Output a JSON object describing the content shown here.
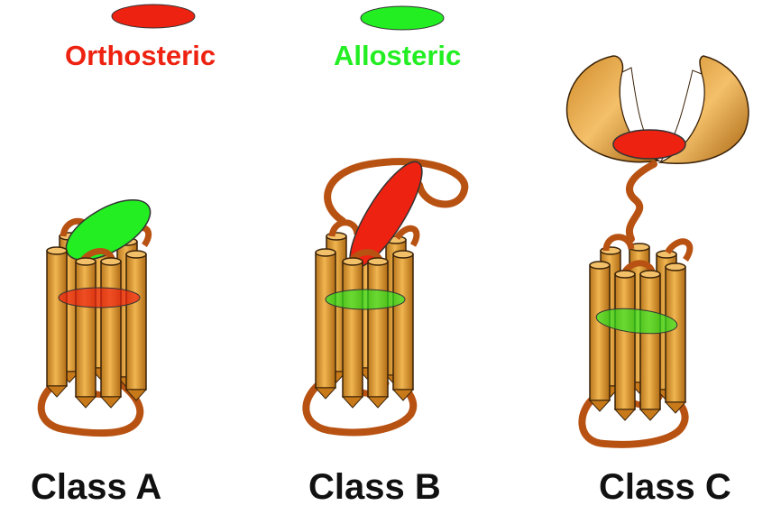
{
  "legend": {
    "orthosteric": {
      "label": "Orthosteric",
      "color": "#ee2211"
    },
    "allosteric": {
      "label": "Allosteric",
      "color": "#22ee22"
    }
  },
  "classes": [
    {
      "label": "Class A"
    },
    {
      "label": "Class B"
    },
    {
      "label": "Class C"
    }
  ],
  "colors": {
    "helix_fill": "#e8a33a",
    "helix_stroke": "#3a2208",
    "loop": "#b85212",
    "orthosteric_site": "#ee2211",
    "allosteric_site": "#22ee22"
  }
}
